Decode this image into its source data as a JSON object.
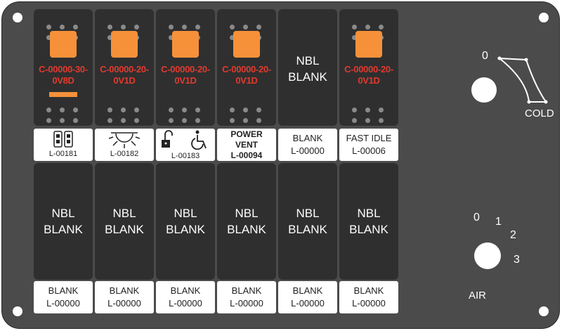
{
  "switches_top": [
    {
      "code": "C-00000-30-\n0V8D",
      "has_led": true,
      "has_bar": true,
      "nbl": ""
    },
    {
      "code": "C-00000-20-\n0V1D",
      "has_led": true,
      "has_bar": false,
      "nbl": ""
    },
    {
      "code": "C-00000-20-\n0V1D",
      "has_led": true,
      "has_bar": false,
      "nbl": ""
    },
    {
      "code": "C-00000-20-\n0V1D",
      "has_led": true,
      "has_bar": false,
      "nbl": ""
    },
    {
      "code": "",
      "has_led": false,
      "has_bar": false,
      "nbl": "NBL\nBLANK"
    },
    {
      "code": "C-00000-20-\n0V1D",
      "has_led": true,
      "has_bar": false,
      "nbl": ""
    }
  ],
  "labels_top": [
    {
      "icon": "outlet-icon",
      "line1": "",
      "line2": "L-00181"
    },
    {
      "icon": "sun-light-icon",
      "line1": "",
      "line2": "L-00182"
    },
    {
      "icon": "lock-wheelchair-icon",
      "line1": "",
      "line2": "L-00183"
    },
    {
      "icon": "",
      "line1": "POWER\nVENT",
      "line2": "L-00094"
    },
    {
      "icon": "",
      "line1": "BLANK",
      "line2": "L-00000"
    },
    {
      "icon": "",
      "line1": "FAST IDLE",
      "line2": "L-00006"
    }
  ],
  "switches_bottom": [
    {
      "nbl": "NBL\nBLANK"
    },
    {
      "nbl": "NBL\nBLANK"
    },
    {
      "nbl": "NBL\nBLANK"
    },
    {
      "nbl": "NBL\nBLANK"
    },
    {
      "nbl": "NBL\nBLANK"
    },
    {
      "nbl": "NBL\nBLANK"
    }
  ],
  "labels_bottom": [
    {
      "line1": "BLANK",
      "line2": "L-00000"
    },
    {
      "line1": "BLANK",
      "line2": "L-00000"
    },
    {
      "line1": "BLANK",
      "line2": "L-00000"
    },
    {
      "line1": "BLANK",
      "line2": "L-00000"
    },
    {
      "line1": "BLANK",
      "line2": "L-00000"
    },
    {
      "line1": "BLANK",
      "line2": "L-00000"
    }
  ],
  "temp_knob": {
    "zero": "0",
    "label": "COLD"
  },
  "air_knob": {
    "positions": [
      "0",
      "1",
      "2",
      "3"
    ],
    "label": "AIR"
  },
  "colors": {
    "panel": "#4b4b4b",
    "switch": "#2f2f2f",
    "led": "#f6913a",
    "code_red": "#e23a2f"
  }
}
